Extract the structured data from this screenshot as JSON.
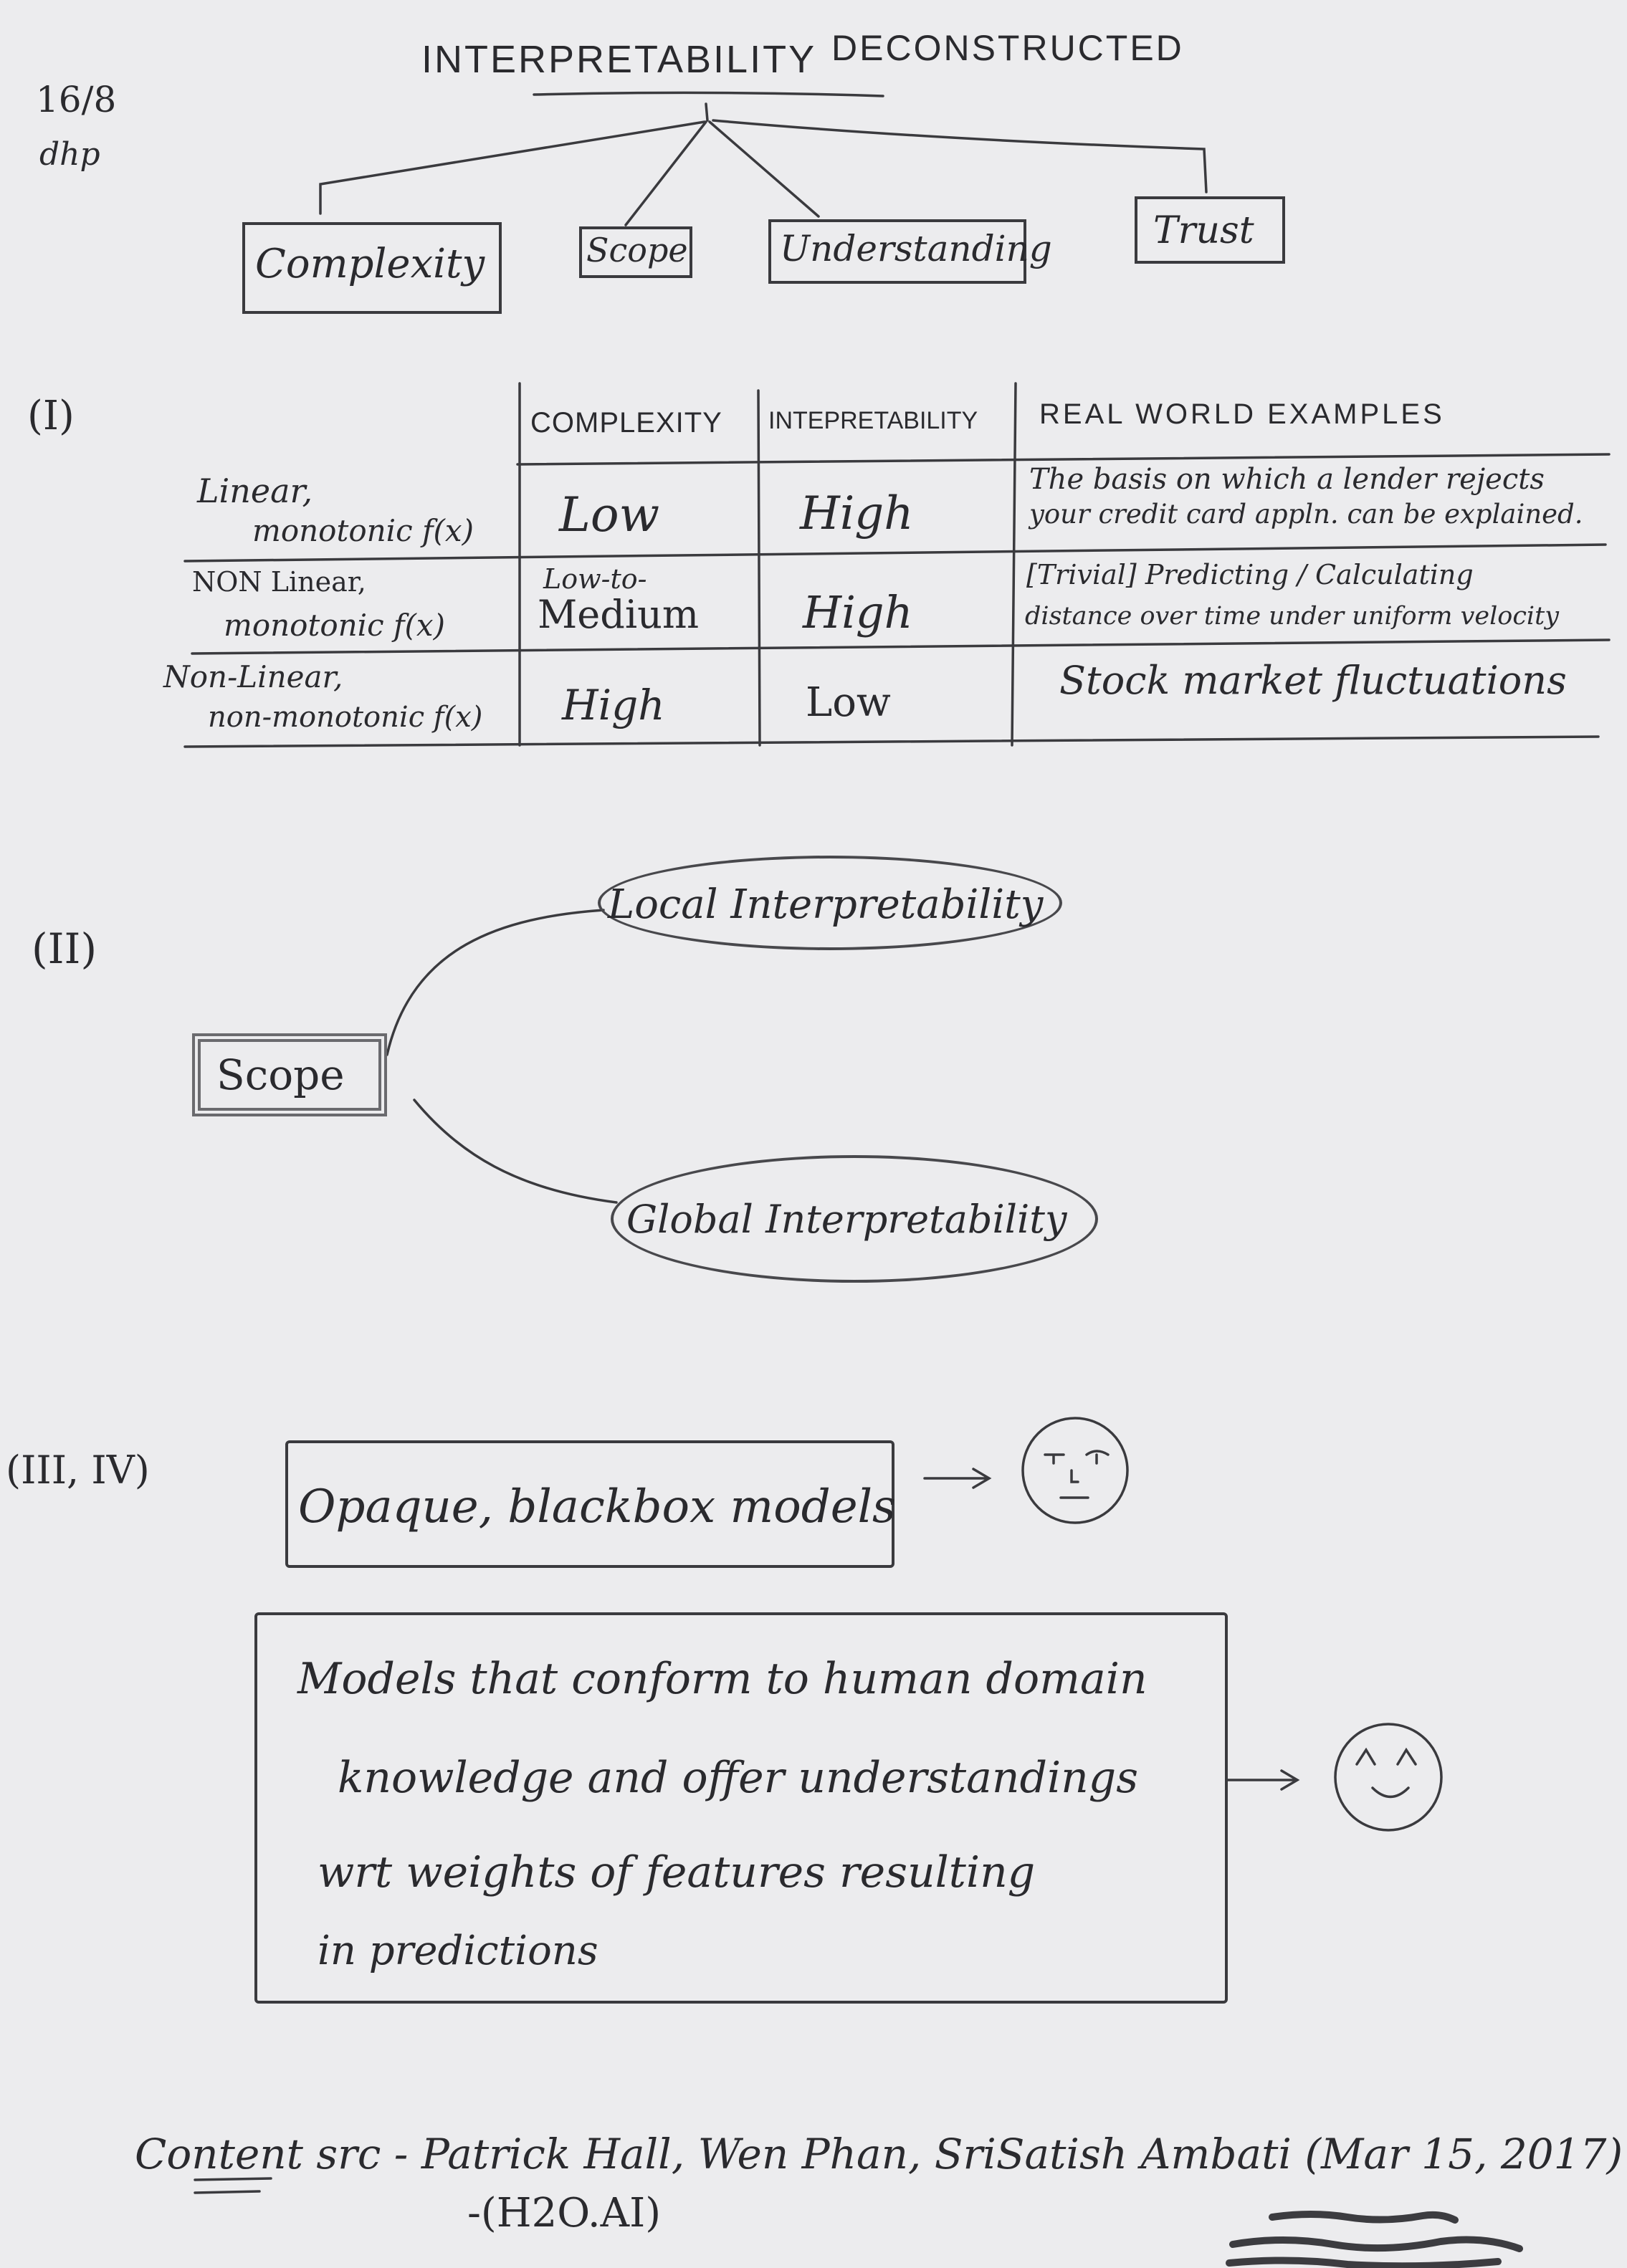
{
  "date_note": {
    "date": "16/8",
    "initials": "dhp"
  },
  "header": {
    "title_word1": "INTERPRETABILITY",
    "title_word2": "DECONSTRUCTED",
    "branches": [
      "Complexity",
      "Scope",
      "Understanding",
      "Trust"
    ]
  },
  "section1": {
    "numeral": "(I)",
    "columns": [
      "COMPLEXITY",
      "INTEPRETABILITY",
      "REAL WORLD EXAMPLES"
    ],
    "rows": [
      {
        "label_line1": "Linear,",
        "label_line2": "monotonic f(x)",
        "complexity_line1": "",
        "complexity_line2": "Low",
        "interpretability": "High",
        "example_line1": "The basis on which a lender rejects",
        "example_line2": "your credit card appln. can be explained."
      },
      {
        "label_line1": "NON Linear,",
        "label_line2": "monotonic f(x)",
        "complexity_line1": "Low-to-",
        "complexity_line2": "Medium",
        "interpretability": "High",
        "example_line1": "[Trivial] Predicting / Calculating",
        "example_line2": "distance over time under uniform velocity"
      },
      {
        "label_line1": "Non-Linear,",
        "label_line2": "non-monotonic f(x)",
        "complexity_line1": "",
        "complexity_line2": "High",
        "interpretability": "Low",
        "example_line1": "Stock market fluctuations",
        "example_line2": ""
      }
    ]
  },
  "section2": {
    "numeral": "(II)",
    "root": "Scope",
    "local": "Local Interpretability",
    "global": "Global Interpretability"
  },
  "section3": {
    "numeral": "(III, IV)",
    "opaque": "Opaque, blackbox models",
    "conform_lines": [
      "Models that conform to human domain",
      "knowledge and offer understandings",
      "wrt weights of features resulting",
      "in predictions"
    ],
    "arrow": "→"
  },
  "footer": {
    "source_line1": "Content src - Patrick Hall, Wen Phan, SriSatish Ambati (Mar 15, 2017)",
    "source_line2": "-(H2O.AI)"
  }
}
